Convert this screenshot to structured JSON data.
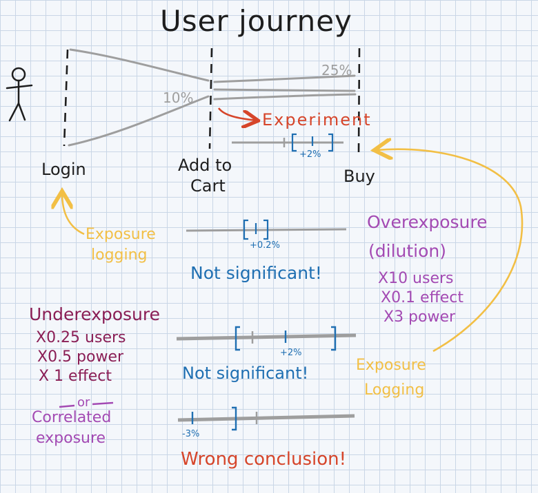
{
  "title": "User journey",
  "stages": {
    "login": "Login",
    "add_to_cart_line1": "Add to",
    "add_to_cart_line2": "Cart",
    "buy": "Buy"
  },
  "funnel": {
    "pct_add_to_cart": "10%",
    "pct_buy": "25%"
  },
  "experiment": {
    "label": "Experiment",
    "effect": "+2%"
  },
  "exposure_logging_left": {
    "line1": "Exposure",
    "line2": "logging"
  },
  "overexposure": {
    "effect": "+0.2%",
    "result": "Not significant!",
    "title": "Overexposure",
    "subtitle": "(dilution)",
    "items": [
      "X10 users",
      "X0.1 effect",
      "X3 power"
    ]
  },
  "exposure_logging_right": {
    "line1": "Exposure",
    "line2": "Logging"
  },
  "underexposure": {
    "title": "Underexposure",
    "items": [
      "X0.25 users",
      "X0.5 power",
      "X 1 effect"
    ],
    "effect": "+2%",
    "result": "Not significant!"
  },
  "correlated": {
    "or": "or",
    "line1": "Correlated",
    "line2": "exposure",
    "effect": "-3%",
    "result": "Wrong conclusion!"
  },
  "colors": {
    "ink": "#1e1e1e",
    "gray": "#9e9e9e",
    "blue": "#1f6fb2",
    "red": "#d6452a",
    "yellow": "#f2bf45",
    "purple": "#a34ab3",
    "maroon": "#8a1e55"
  }
}
